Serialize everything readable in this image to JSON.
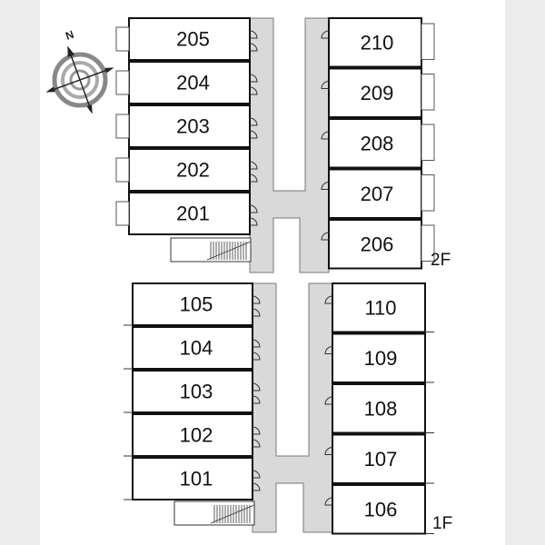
{
  "floors": [
    {
      "label": "2F",
      "left_rooms": [
        "205",
        "204",
        "203",
        "202",
        "201"
      ],
      "right_rooms": [
        "210",
        "209",
        "208",
        "207",
        "206"
      ]
    },
    {
      "label": "1F",
      "left_rooms": [
        "105",
        "104",
        "103",
        "102",
        "101"
      ],
      "right_rooms": [
        "110",
        "109",
        "108",
        "107",
        "106"
      ]
    }
  ],
  "compass": {
    "north_label": "N",
    "icon": "compass-rose-icon"
  },
  "colors": {
    "background": "#ececec",
    "page": "#ffffff",
    "corridor": "#d9d9d9",
    "line": "#111111"
  }
}
